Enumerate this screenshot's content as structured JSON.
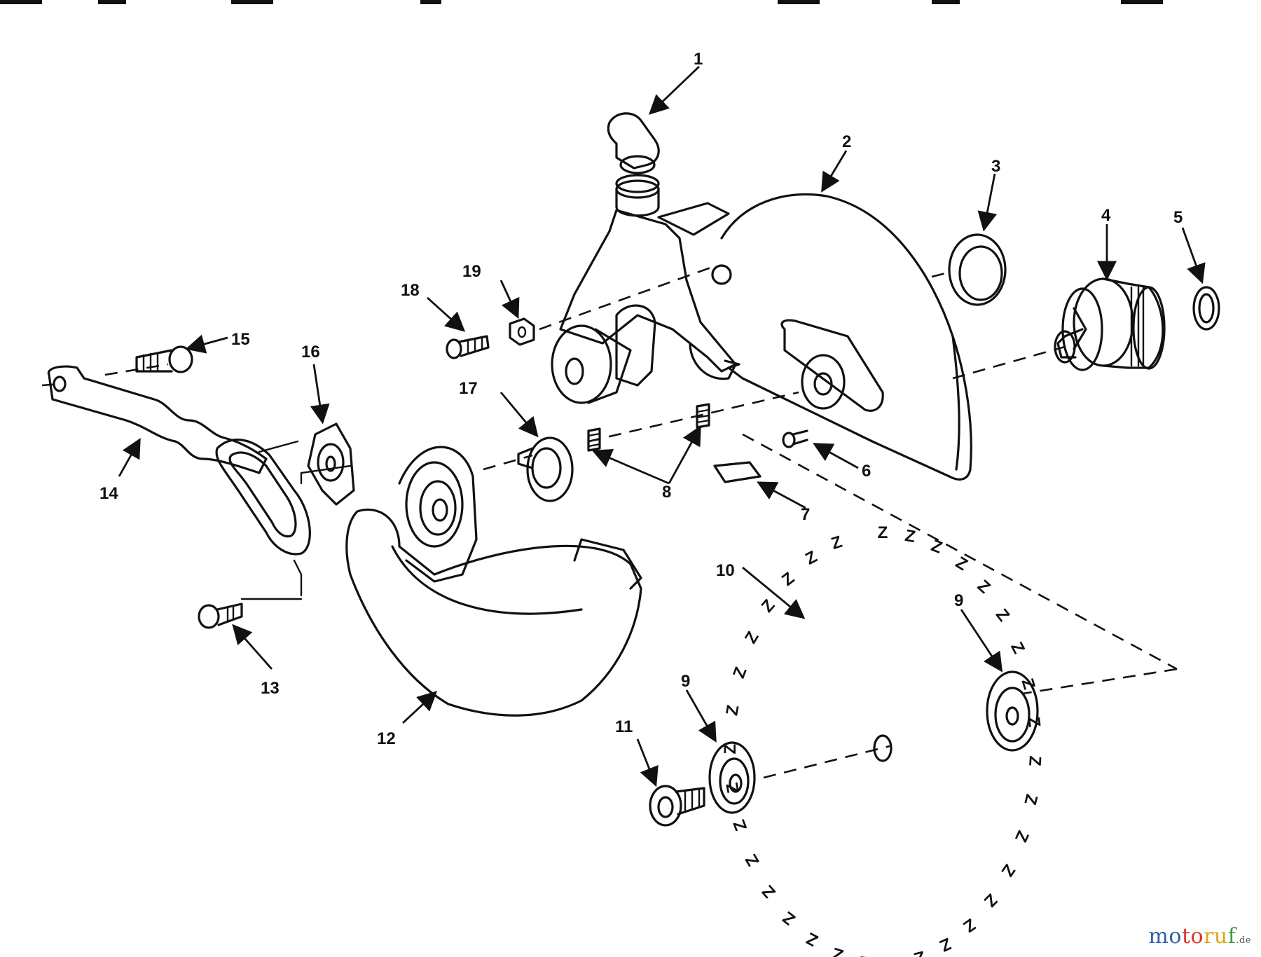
{
  "diagram": {
    "callouts": [
      {
        "id": "c1",
        "text": "1"
      },
      {
        "id": "c2",
        "text": "2"
      },
      {
        "id": "c3",
        "text": "3"
      },
      {
        "id": "c4",
        "text": "4"
      },
      {
        "id": "c5",
        "text": "5"
      },
      {
        "id": "c6",
        "text": "6"
      },
      {
        "id": "c7",
        "text": "7"
      },
      {
        "id": "c8",
        "text": "8"
      },
      {
        "id": "c9a",
        "text": "9"
      },
      {
        "id": "c9b",
        "text": "9"
      },
      {
        "id": "c10",
        "text": "10"
      },
      {
        "id": "c11",
        "text": "11"
      },
      {
        "id": "c12",
        "text": "12"
      },
      {
        "id": "c13",
        "text": "13"
      },
      {
        "id": "c14",
        "text": "14"
      },
      {
        "id": "c15",
        "text": "15"
      },
      {
        "id": "c16",
        "text": "16"
      },
      {
        "id": "c17",
        "text": "17"
      },
      {
        "id": "c18",
        "text": "18"
      },
      {
        "id": "c19",
        "text": "19"
      }
    ],
    "blade_tooth_glyph": "Z"
  },
  "watermark": {
    "parts": [
      "mo",
      "to",
      "ru",
      "f"
    ],
    "tld": ".de"
  },
  "colors": {
    "line": "#111111",
    "background": "#ffffff"
  }
}
